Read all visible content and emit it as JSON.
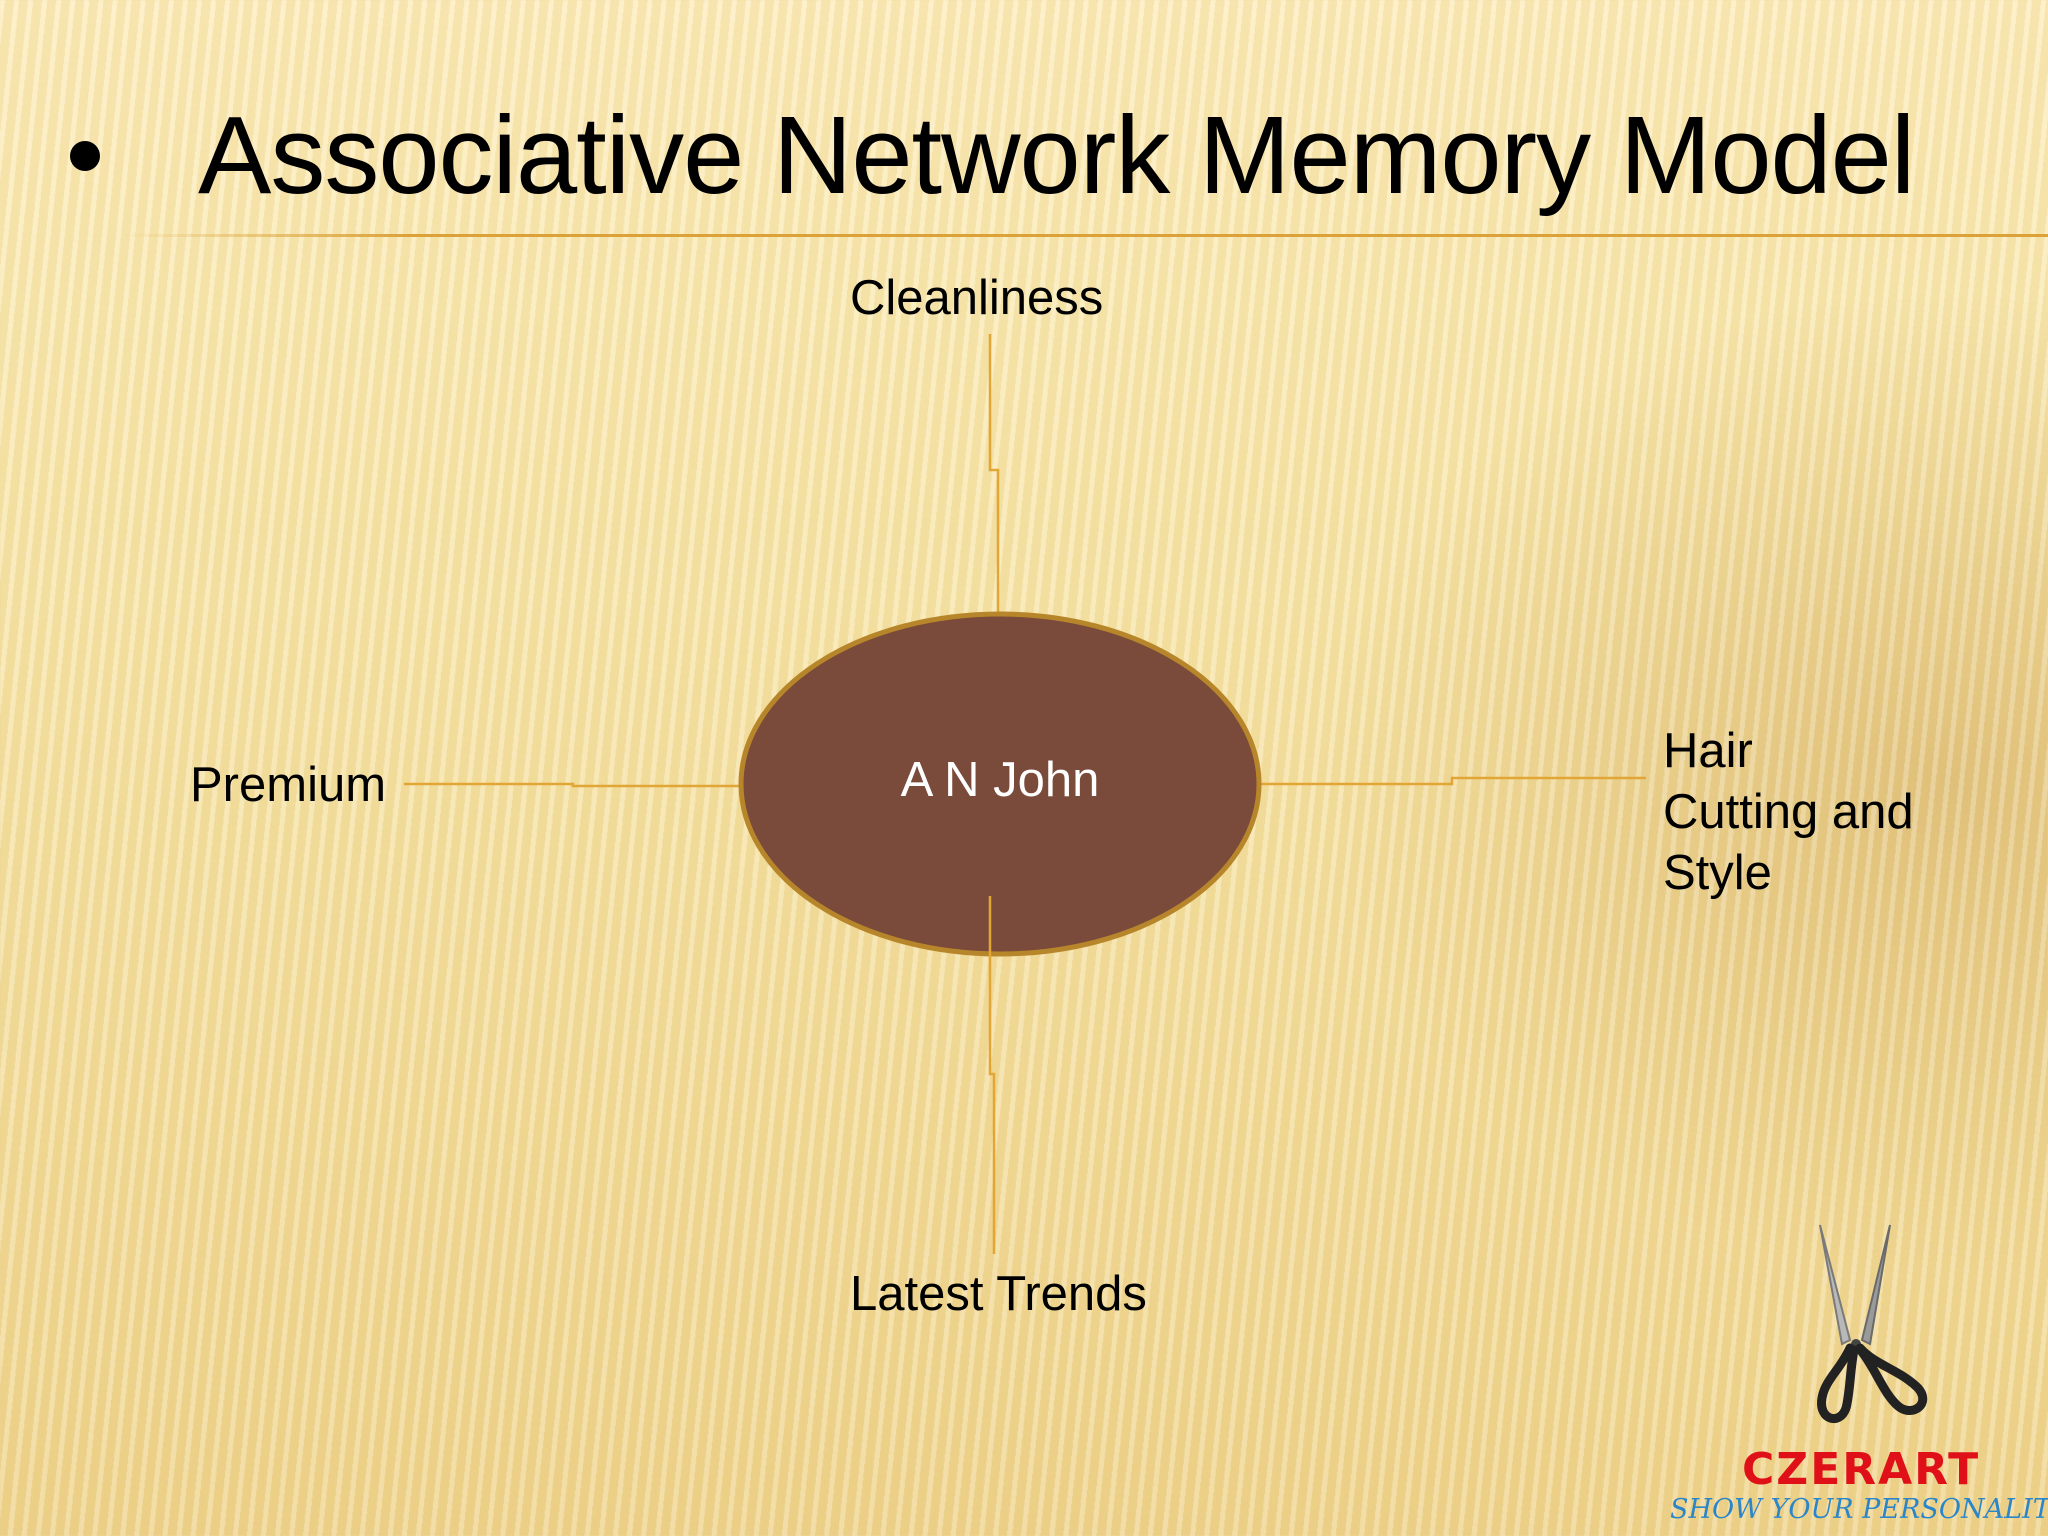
{
  "slide": {
    "title": "Associative Network Memory Model"
  },
  "diagram": {
    "center": "A N John",
    "nodes": {
      "top": "Cleanliness",
      "left": "Premium",
      "right": [
        "Hair",
        "Cutting and",
        "Style"
      ],
      "bottom": "Latest Trends"
    }
  },
  "logo": {
    "brand": "CZERART",
    "tagline": "SHOW YOUR PERSONALITY"
  },
  "colors": {
    "ellipse_fill": "#7a4a3a",
    "ellipse_stroke": "#b8862a",
    "connector": "#e1a635"
  }
}
